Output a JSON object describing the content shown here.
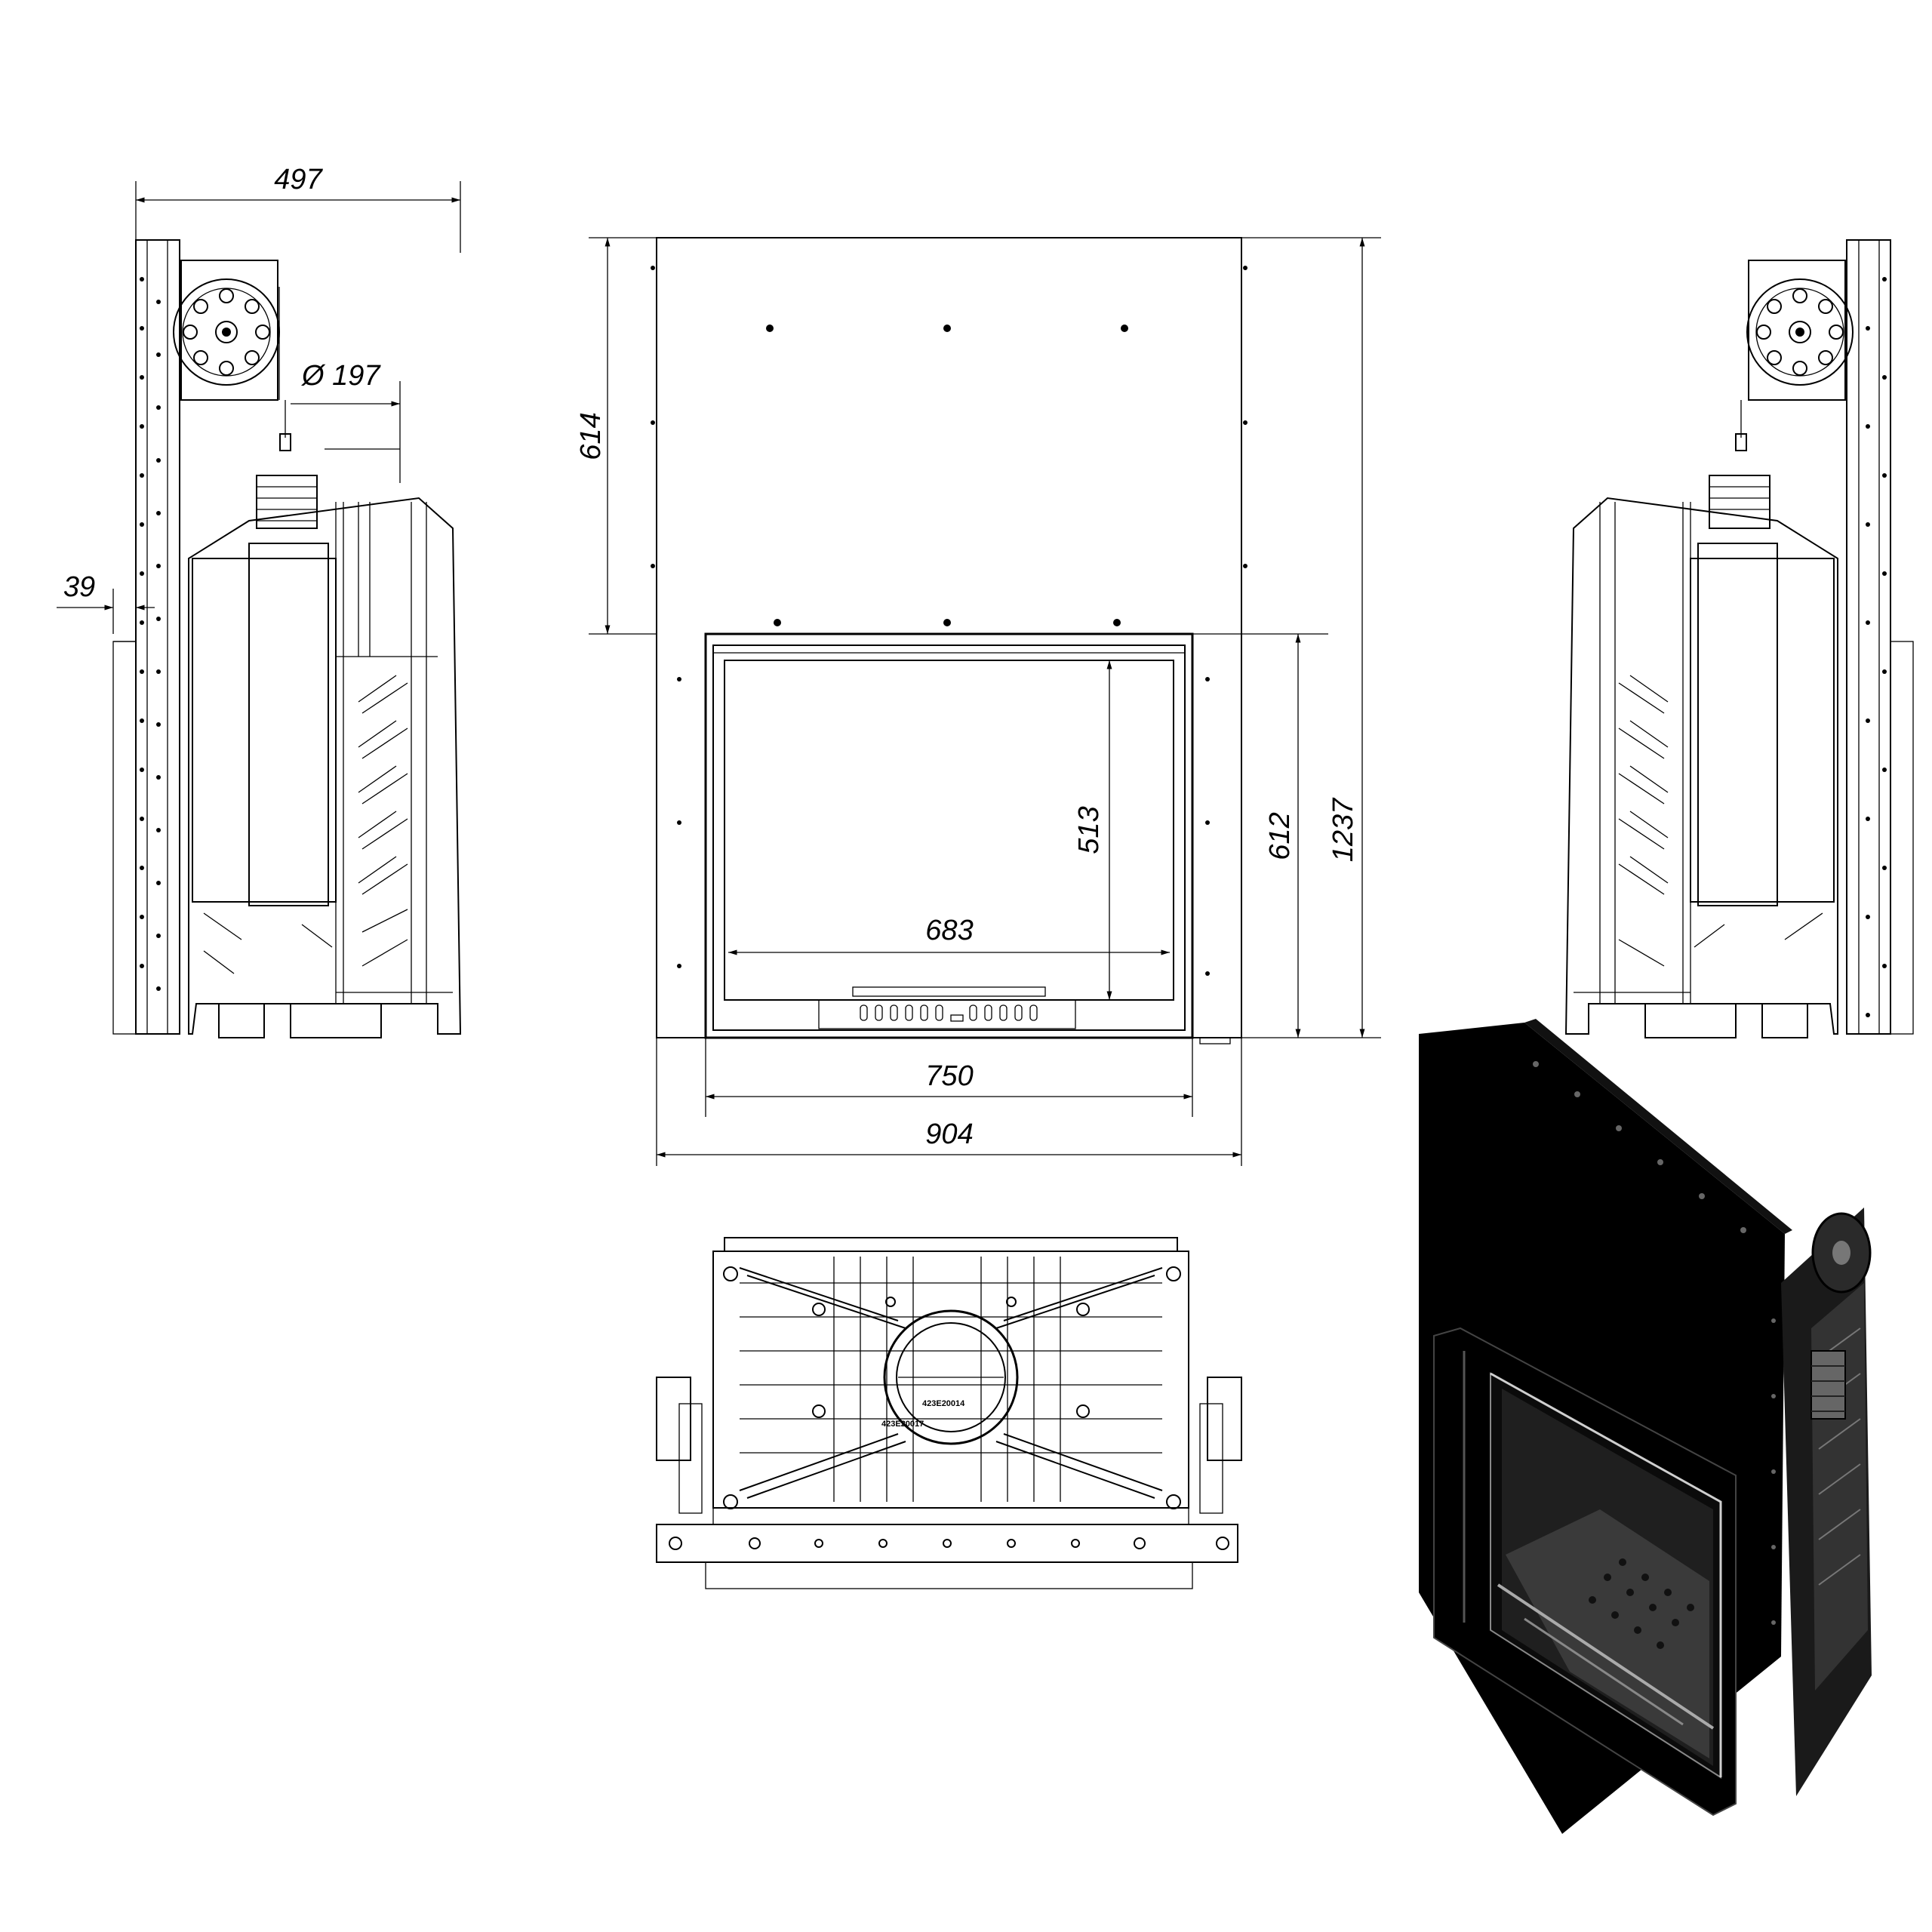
{
  "dimensions": {
    "side_depth": "497",
    "flue_diameter": "Ø 197",
    "side_offset": "39",
    "upper_height": "614",
    "glass_height": "513",
    "door_height": "612",
    "total_height": "1237",
    "glass_width": "683",
    "door_width": "750",
    "total_width": "904"
  },
  "markings": {
    "casting_code_1": "423E20014",
    "casting_code_2": "423E20017"
  }
}
